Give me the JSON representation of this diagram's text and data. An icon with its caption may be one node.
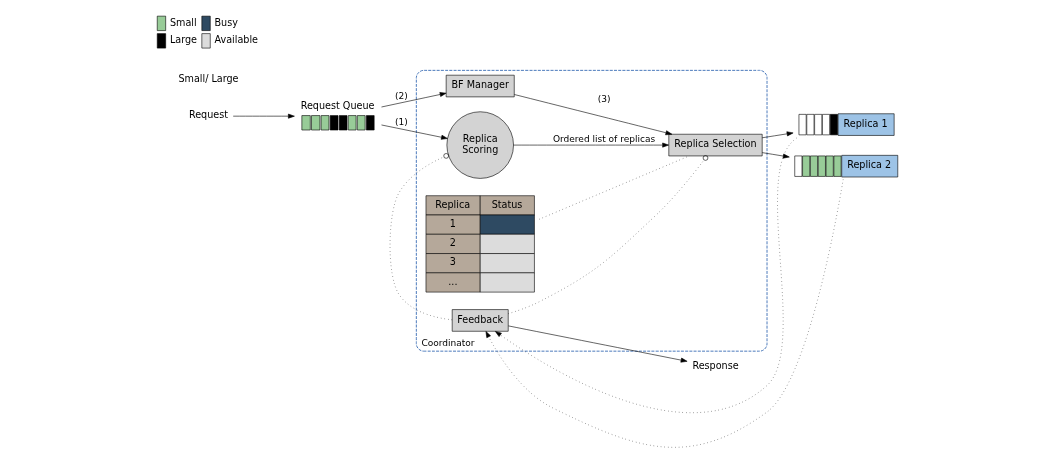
{
  "diagram": {
    "nodes": [
      {
        "text": [
          "Coordinator"
        ]
      },
      {
        "text": [
          "Request"
        ]
      },
      {
        "text": [
          "Request Queue"
        ]
      },
      {
        "text": [
          "BF Manager"
        ],
        "in": 0
      },
      {
        "text": [
          "Replica Scoring"
        ],
        "in": 0
      },
      {
        "text": [
          "Replica",
          "Status",
          "1",
          "2",
          "3",
          "..."
        ],
        "in": 0
      },
      {
        "text": [
          "Replica Selection"
        ],
        "in": 0
      },
      {
        "text": [
          "Feedback"
        ],
        "in": 0
      },
      {
        "text": [
          "Replica 1"
        ]
      },
      {
        "text": [
          "Replica 2"
        ]
      },
      {
        "text": [
          "Response"
        ]
      }
    ],
    "edges": [
      {
        "from": 1,
        "to": 2,
        "arrow": "to"
      },
      {
        "from": 2,
        "to": 3,
        "arrow": "to",
        "label": "(2)"
      },
      {
        "from": 2,
        "to": 4,
        "arrow": "to",
        "label": "(1)"
      },
      {
        "from": 3,
        "to": 6,
        "arrow": "to",
        "label": "(3)"
      },
      {
        "from": 4,
        "to": 6,
        "arrow": "to",
        "label": "Ordered list of replicas"
      },
      {
        "from": 5,
        "to": 6,
        "arrow": "none",
        "style": "dashed"
      },
      {
        "from": 6,
        "to": 8,
        "arrow": "to"
      },
      {
        "from": 6,
        "to": 9,
        "arrow": "to"
      },
      {
        "from": 8,
        "to": 7,
        "arrow": "to",
        "style": "dashed"
      },
      {
        "from": 9,
        "to": 7,
        "arrow": "to",
        "style": "dashed"
      },
      {
        "from": 7,
        "to": 4,
        "arrow": "other",
        "style": "dashed"
      },
      {
        "from": 7,
        "to": 6,
        "arrow": "other",
        "style": "dashed"
      },
      {
        "from": 7,
        "to": 10,
        "arrow": "to"
      }
    ],
    "labels": [
      "Small/ Large"
    ],
    "legend": [
      {
        "text": "Small",
        "color": "#98cc98"
      },
      {
        "text": "Large",
        "color": "#000000"
      },
      {
        "text": "Busy",
        "color": "#2e4a62"
      },
      {
        "text": "Available",
        "color": "#dcdcdc"
      }
    ]
  }
}
